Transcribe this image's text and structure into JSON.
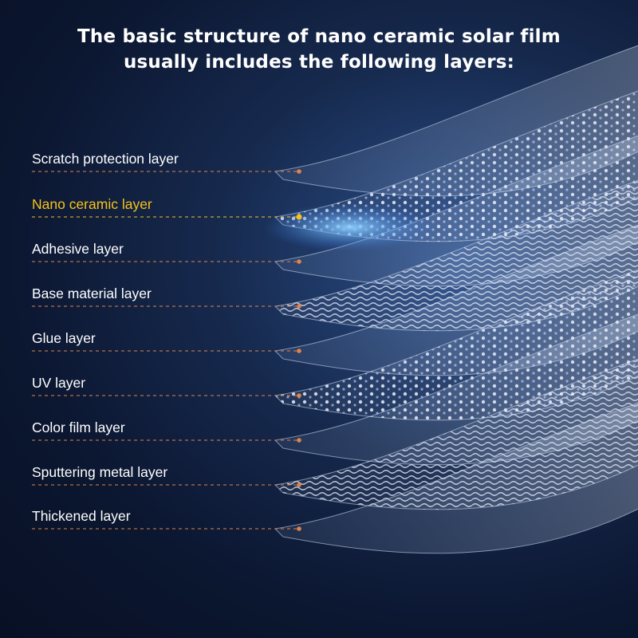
{
  "title": {
    "line1": "The basic structure of nano ceramic solar film",
    "line2": "usually includes the following layers:"
  },
  "colors": {
    "label": "#ffffff",
    "highlight_label": "#f7c21a",
    "leader_line": "#e0854a",
    "leader_line_highlight": "#f7c21a"
  },
  "layers": [
    {
      "label": "Scratch protection layer",
      "highlight": false
    },
    {
      "label": "Nano ceramic layer",
      "highlight": true
    },
    {
      "label": "Adhesive layer",
      "highlight": false
    },
    {
      "label": "Base material layer",
      "highlight": false
    },
    {
      "label": "Glue layer",
      "highlight": false
    },
    {
      "label": "UV layer",
      "highlight": false
    },
    {
      "label": "Color film layer",
      "highlight": false
    },
    {
      "label": "Sputtering metal layer",
      "highlight": false
    },
    {
      "label": "Thickened layer",
      "highlight": false
    }
  ]
}
